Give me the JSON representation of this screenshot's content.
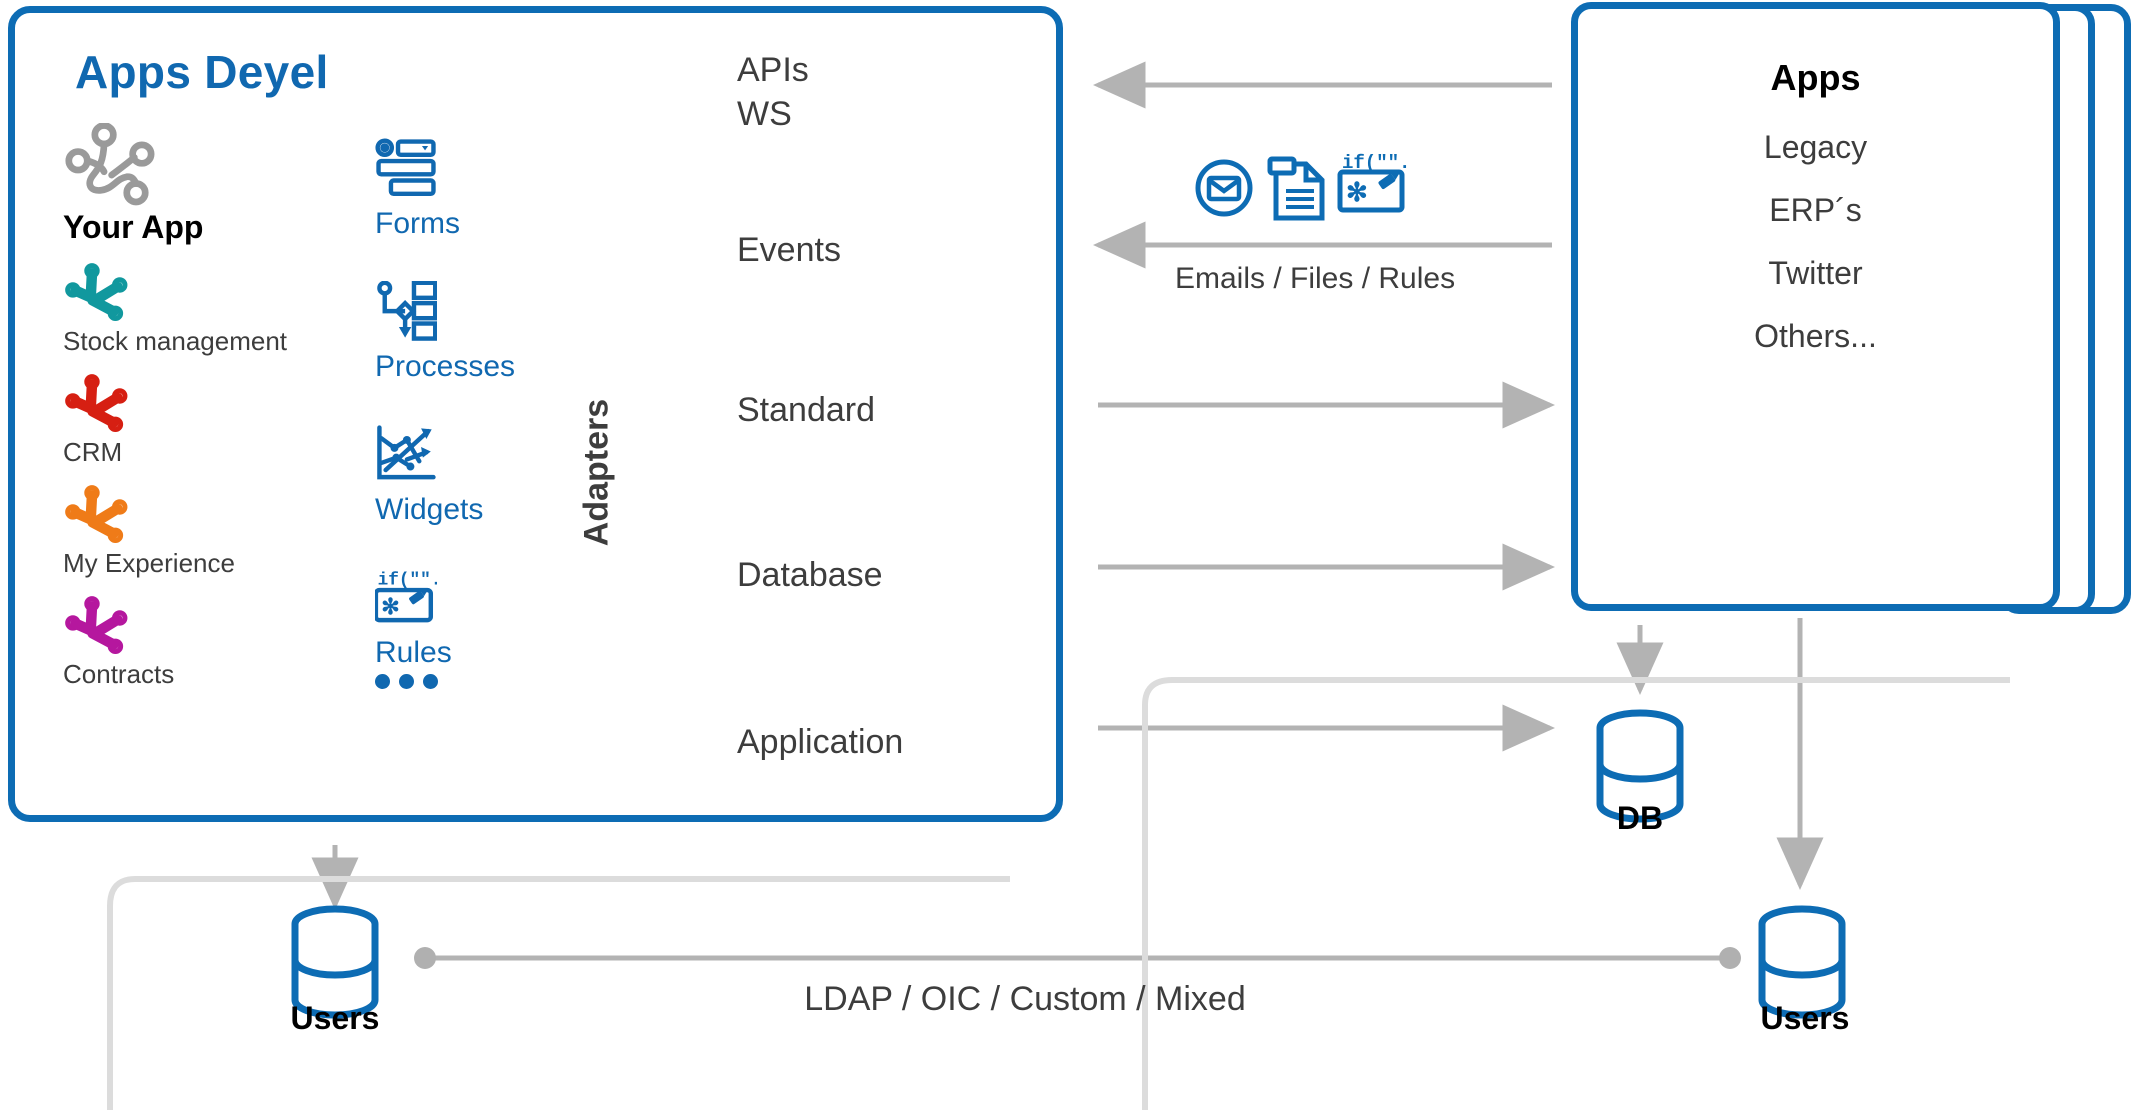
{
  "colors": {
    "brand_blue": "#0d6cb4",
    "title_blue": "#1068b0",
    "text_gray": "#3d3d3d",
    "line_gray": "#b3b3b3",
    "bracket_gray": "#dcdcdc",
    "paw_your_app": "#9a9a9a",
    "paw_stock": "#11989e",
    "paw_crm": "#d61f12",
    "paw_myexp": "#ef7b18",
    "paw_contracts": "#b5179e"
  },
  "deyel_panel": {
    "title": "Apps Deyel",
    "apps": [
      {
        "label": "Your App",
        "icon": "paw-icon",
        "color_key": "paw_your_app",
        "outlined": true,
        "primary": true
      },
      {
        "label": "Stock management",
        "icon": "paw-icon",
        "color_key": "paw_stock",
        "outlined": false,
        "primary": false
      },
      {
        "label": "CRM",
        "icon": "paw-icon",
        "color_key": "paw_crm",
        "outlined": false,
        "primary": false
      },
      {
        "label": "My Experience",
        "icon": "paw-icon",
        "color_key": "paw_myexp",
        "outlined": false,
        "primary": false
      },
      {
        "label": "Contracts",
        "icon": "paw-icon",
        "color_key": "paw_contracts",
        "outlined": false,
        "primary": false
      }
    ],
    "builders": [
      {
        "label": "Forms",
        "icon": "form-icon"
      },
      {
        "label": "Processes",
        "icon": "process-flow-icon"
      },
      {
        "label": "Widgets",
        "icon": "chart-widget-icon"
      },
      {
        "label": "Rules",
        "icon": "rules-icon"
      }
    ],
    "builders_more": "ellipsis-icon",
    "services": {
      "apis": "APIs",
      "ws": "WS",
      "events": "Events",
      "adapters_label": "Adapters",
      "adapters": [
        "Standard",
        "Database",
        "Application"
      ]
    }
  },
  "apps_card": {
    "title": "Apps",
    "items": [
      "Legacy",
      "ERP´s",
      "Twitter",
      "Others..."
    ]
  },
  "integration": {
    "icons": [
      "envelope-icon",
      "document-icon",
      "rules-icon"
    ],
    "label": "Emails / Files / Rules"
  },
  "identity": {
    "label": "LDAP / OIC / Custom / Mixed",
    "left_store": "Users",
    "right_store": "Users"
  },
  "stores": {
    "db": "DB",
    "users_right": "Users",
    "users_left": "Users"
  }
}
